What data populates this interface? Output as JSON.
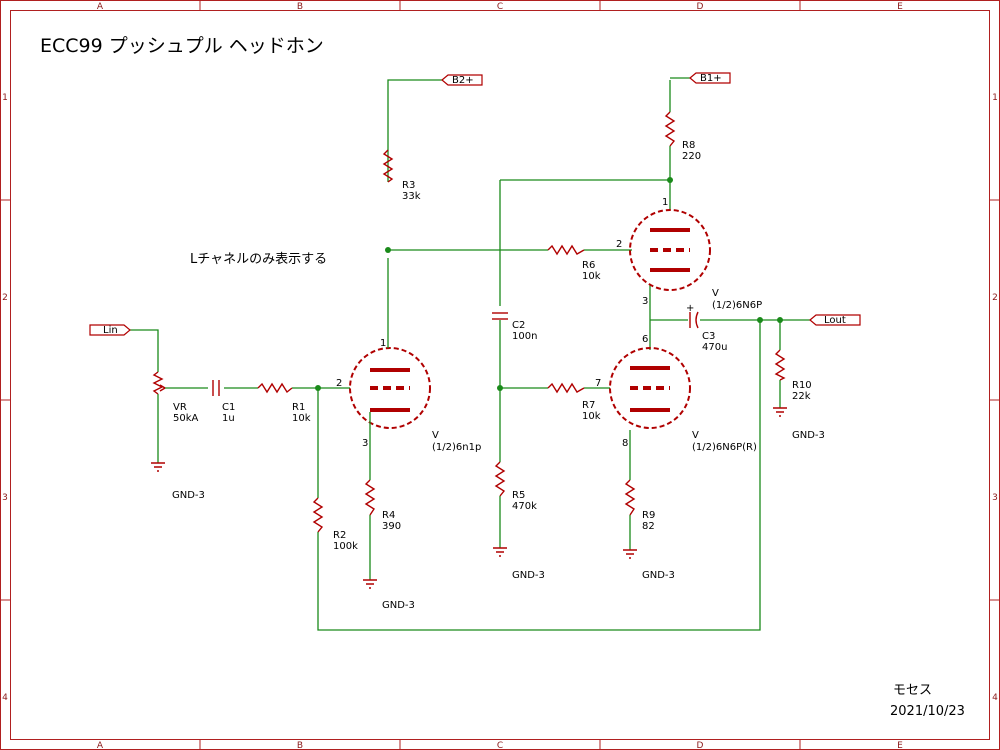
{
  "title": "ECC99 プッシュプル ヘッドホン",
  "note": "Lチャネルのみ表示する",
  "author": "モセス",
  "date": "2021/10/23",
  "ruler": {
    "columns": [
      "A",
      "B",
      "C",
      "D",
      "E"
    ],
    "rows": [
      "1",
      "2",
      "3",
      "4"
    ]
  },
  "ports": {
    "lin": "Lin",
    "lout": "Lout",
    "b1": "B1+",
    "b2": "B2+"
  },
  "components": {
    "vr": {
      "ref": "VR",
      "value": "50kA"
    },
    "c1": {
      "ref": "C1",
      "value": "1u"
    },
    "r1": {
      "ref": "R1",
      "value": "10k"
    },
    "r2": {
      "ref": "R2",
      "value": "100k"
    },
    "r3": {
      "ref": "R3",
      "value": "33k"
    },
    "r4": {
      "ref": "R4",
      "value": "390"
    },
    "r5": {
      "ref": "R5",
      "value": "470k"
    },
    "r6": {
      "ref": "R6",
      "value": "10k"
    },
    "r7": {
      "ref": "R7",
      "value": "10k"
    },
    "r8": {
      "ref": "R8",
      "value": "220"
    },
    "r9": {
      "ref": "R9",
      "value": "82"
    },
    "r10": {
      "ref": "R10",
      "value": "22k"
    },
    "c2": {
      "ref": "C2",
      "value": "100n"
    },
    "c3": {
      "ref": "C3",
      "value": "470u"
    },
    "v1": {
      "ref": "V",
      "value": "(1/2)6n1p"
    },
    "v2": {
      "ref": "V",
      "value": "(1/2)6N6P"
    },
    "v3": {
      "ref": "V",
      "value": "(1/2)6N6P(R)"
    }
  },
  "pins": {
    "v1_plate": "1",
    "v1_grid": "2",
    "v1_cathode": "3",
    "v2_plate": "1",
    "v2_grid": "2",
    "v2_cathode": "3",
    "v3_plate": "6",
    "v3_grid": "7",
    "v3_cathode": "8"
  },
  "gnd": "GND-3"
}
